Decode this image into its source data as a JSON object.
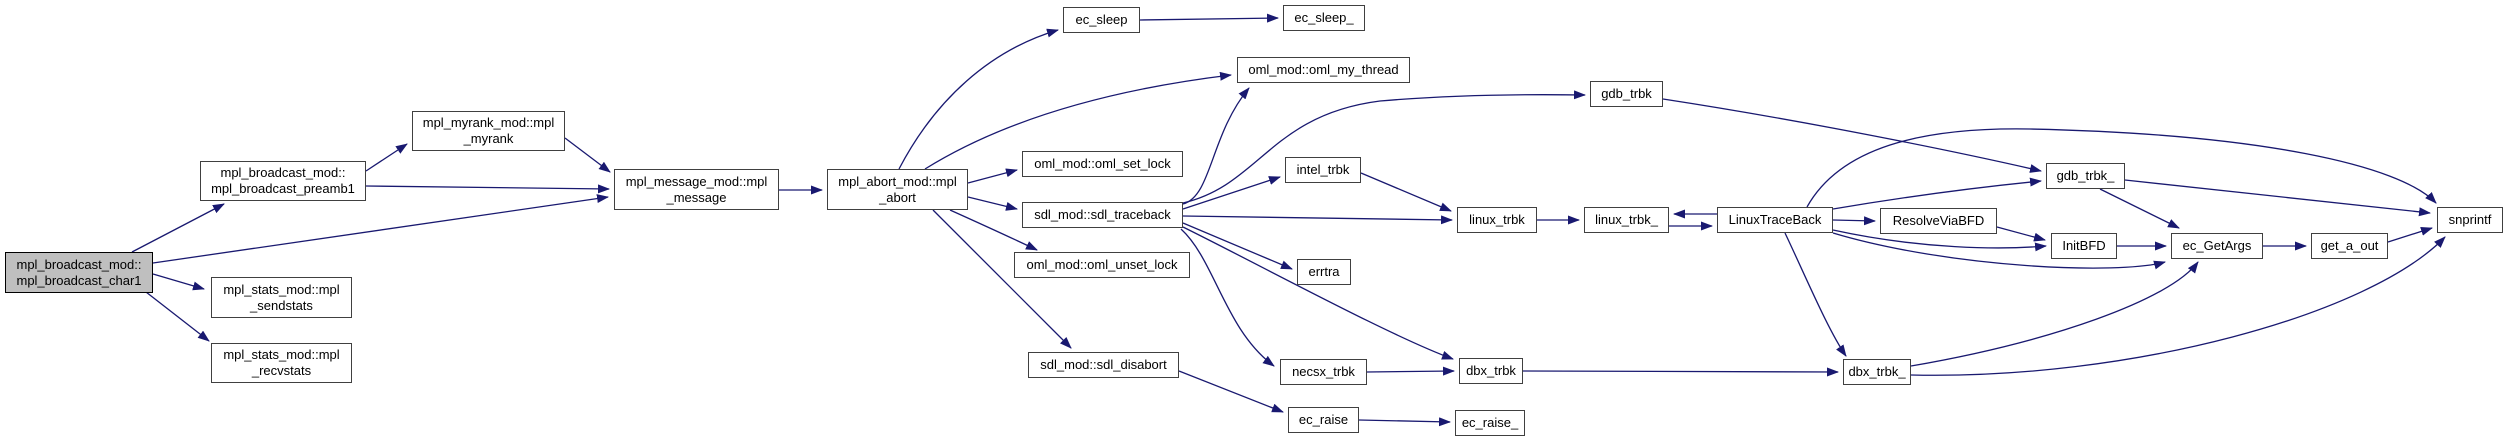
{
  "diagram": {
    "type": "call-graph",
    "background_color": "#ffffff",
    "edge_color": "#191970",
    "node_fill": "#ffffff",
    "node_border_color": "#404040",
    "highlight_node_fill": "#bfbfbf",
    "nodes": [
      {
        "id": "mpl_broadcast_char1",
        "label": "mpl_broadcast_mod::\nmpl_broadcast_char1",
        "highlighted": true
      },
      {
        "id": "mpl_broadcast_preamb1",
        "label": "mpl_broadcast_mod::\nmpl_broadcast_preamb1",
        "highlighted": false
      },
      {
        "id": "mpl_myrank",
        "label": "mpl_myrank_mod::mpl\n_myrank",
        "highlighted": false
      },
      {
        "id": "mpl_sendstats",
        "label": "mpl_stats_mod::mpl\n_sendstats",
        "highlighted": false
      },
      {
        "id": "mpl_recvstats",
        "label": "mpl_stats_mod::mpl\n_recvstats",
        "highlighted": false
      },
      {
        "id": "mpl_message",
        "label": "mpl_message_mod::mpl\n_message",
        "highlighted": false
      },
      {
        "id": "mpl_abort",
        "label": "mpl_abort_mod::mpl\n_abort",
        "highlighted": false
      },
      {
        "id": "ec_sleep",
        "label": "ec_sleep",
        "highlighted": false
      },
      {
        "id": "ec_sleep_",
        "label": "ec_sleep_",
        "highlighted": false
      },
      {
        "id": "oml_my_thread",
        "label": "oml_mod::oml_my_thread",
        "highlighted": false
      },
      {
        "id": "oml_set_lock",
        "label": "oml_mod::oml_set_lock",
        "highlighted": false
      },
      {
        "id": "sdl_traceback",
        "label": "sdl_mod::sdl_traceback",
        "highlighted": false
      },
      {
        "id": "oml_unset_lock",
        "label": "oml_mod::oml_unset_lock",
        "highlighted": false
      },
      {
        "id": "intel_trbk",
        "label": "intel_trbk",
        "highlighted": false
      },
      {
        "id": "errtra",
        "label": "errtra",
        "highlighted": false
      },
      {
        "id": "sdl_disabort",
        "label": "sdl_mod::sdl_disabort",
        "highlighted": false
      },
      {
        "id": "necsx_trbk",
        "label": "necsx_trbk",
        "highlighted": false
      },
      {
        "id": "ec_raise",
        "label": "ec_raise",
        "highlighted": false
      },
      {
        "id": "ec_raise_",
        "label": "ec_raise_",
        "highlighted": false
      },
      {
        "id": "dbx_trbk",
        "label": "dbx_trbk",
        "highlighted": false
      },
      {
        "id": "gdb_trbk",
        "label": "gdb_trbk",
        "highlighted": false
      },
      {
        "id": "linux_trbk",
        "label": "linux_trbk",
        "highlighted": false
      },
      {
        "id": "linux_trbk_",
        "label": "linux_trbk_",
        "highlighted": false
      },
      {
        "id": "LinuxTraceBack",
        "label": "LinuxTraceBack",
        "highlighted": false
      },
      {
        "id": "ResolveViaBFD",
        "label": "ResolveViaBFD",
        "highlighted": false
      },
      {
        "id": "gdb_trbk_",
        "label": "gdb_trbk_",
        "highlighted": false
      },
      {
        "id": "InitBFD",
        "label": "InitBFD",
        "highlighted": false
      },
      {
        "id": "ec_GetArgs",
        "label": "ec_GetArgs",
        "highlighted": false
      },
      {
        "id": "get_a_out",
        "label": "get_a_out",
        "highlighted": false
      },
      {
        "id": "snprintf",
        "label": "snprintf",
        "highlighted": false
      },
      {
        "id": "dbx_trbk_",
        "label": "dbx_trbk_",
        "highlighted": false
      }
    ],
    "edges": [
      {
        "from": "mpl_broadcast_char1",
        "to": "mpl_broadcast_preamb1"
      },
      {
        "from": "mpl_broadcast_char1",
        "to": "mpl_message"
      },
      {
        "from": "mpl_broadcast_char1",
        "to": "mpl_sendstats"
      },
      {
        "from": "mpl_broadcast_char1",
        "to": "mpl_recvstats"
      },
      {
        "from": "mpl_broadcast_preamb1",
        "to": "mpl_myrank"
      },
      {
        "from": "mpl_broadcast_preamb1",
        "to": "mpl_message"
      },
      {
        "from": "mpl_myrank",
        "to": "mpl_message"
      },
      {
        "from": "mpl_message",
        "to": "mpl_abort"
      },
      {
        "from": "mpl_abort",
        "to": "ec_sleep"
      },
      {
        "from": "mpl_abort",
        "to": "oml_my_thread"
      },
      {
        "from": "mpl_abort",
        "to": "oml_set_lock"
      },
      {
        "from": "mpl_abort",
        "to": "sdl_traceback"
      },
      {
        "from": "mpl_abort",
        "to": "oml_unset_lock"
      },
      {
        "from": "mpl_abort",
        "to": "sdl_disabort"
      },
      {
        "from": "ec_sleep",
        "to": "ec_sleep_"
      },
      {
        "from": "sdl_traceback",
        "to": "oml_my_thread"
      },
      {
        "from": "sdl_traceback",
        "to": "gdb_trbk"
      },
      {
        "from": "sdl_traceback",
        "to": "intel_trbk"
      },
      {
        "from": "sdl_traceback",
        "to": "linux_trbk"
      },
      {
        "from": "sdl_traceback",
        "to": "errtra"
      },
      {
        "from": "sdl_traceback",
        "to": "necsx_trbk"
      },
      {
        "from": "sdl_traceback",
        "to": "dbx_trbk"
      },
      {
        "from": "sdl_disabort",
        "to": "ec_raise"
      },
      {
        "from": "ec_raise",
        "to": "ec_raise_"
      },
      {
        "from": "necsx_trbk",
        "to": "dbx_trbk"
      },
      {
        "from": "dbx_trbk",
        "to": "dbx_trbk_"
      },
      {
        "from": "intel_trbk",
        "to": "linux_trbk"
      },
      {
        "from": "linux_trbk",
        "to": "linux_trbk_"
      },
      {
        "from": "linux_trbk_",
        "to": "LinuxTraceBack"
      },
      {
        "from": "LinuxTraceBack",
        "to": "linux_trbk_"
      },
      {
        "from": "gdb_trbk",
        "to": "gdb_trbk_"
      },
      {
        "from": "LinuxTraceBack",
        "to": "gdb_trbk_"
      },
      {
        "from": "LinuxTraceBack",
        "to": "ResolveViaBFD"
      },
      {
        "from": "LinuxTraceBack",
        "to": "InitBFD"
      },
      {
        "from": "LinuxTraceBack",
        "to": "ec_GetArgs"
      },
      {
        "from": "LinuxTraceBack",
        "to": "dbx_trbk_"
      },
      {
        "from": "LinuxTraceBack",
        "to": "snprintf"
      },
      {
        "from": "ResolveViaBFD",
        "to": "InitBFD"
      },
      {
        "from": "InitBFD",
        "to": "ec_GetArgs"
      },
      {
        "from": "gdb_trbk_",
        "to": "ec_GetArgs"
      },
      {
        "from": "gdb_trbk_",
        "to": "snprintf"
      },
      {
        "from": "dbx_trbk_",
        "to": "ec_GetArgs"
      },
      {
        "from": "dbx_trbk_",
        "to": "snprintf"
      },
      {
        "from": "ec_GetArgs",
        "to": "get_a_out"
      },
      {
        "from": "get_a_out",
        "to": "snprintf"
      }
    ]
  }
}
